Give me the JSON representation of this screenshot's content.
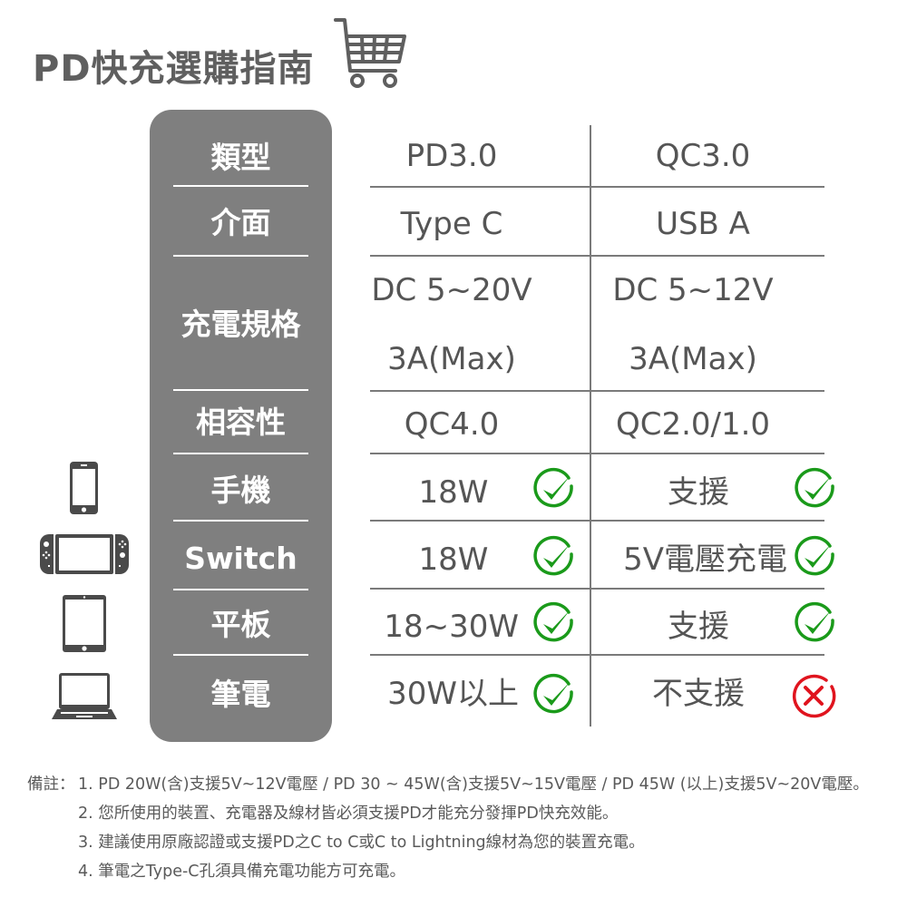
{
  "title": "PD快充選購指南",
  "title_icon": "shopping-cart-icon",
  "table": {
    "columns": [
      "PD3.0",
      "QC3.0"
    ],
    "rows": [
      {
        "label": "類型",
        "pd": "PD3.0",
        "qc": "QC3.0"
      },
      {
        "label": "介面",
        "pd": "Type C",
        "qc": "USB A"
      },
      {
        "label": "充電規格",
        "pd": [
          "DC 5~20V",
          "3A(Max)"
        ],
        "qc": [
          "DC 5~12V",
          "3A(Max)"
        ]
      },
      {
        "label": "相容性",
        "pd": "QC4.0",
        "qc": "QC2.0/1.0"
      },
      {
        "label": "手機",
        "device_icon": "smartphone-icon",
        "pd": "18W",
        "pd_status": "supported",
        "qc": "支援",
        "qc_status": "supported"
      },
      {
        "label": "Switch",
        "device_icon": "game-console-icon",
        "pd": "18W",
        "pd_status": "supported",
        "qc": "5V電壓充電",
        "qc_status": "supported"
      },
      {
        "label": "平板",
        "device_icon": "tablet-icon",
        "pd": "18~30W",
        "pd_status": "supported",
        "qc": "支援",
        "qc_status": "supported"
      },
      {
        "label": "筆電",
        "device_icon": "laptop-icon",
        "pd": "30W以上",
        "pd_status": "supported",
        "qc": "不支援",
        "qc_status": "unsupported"
      }
    ]
  },
  "status_icons": {
    "supported": {
      "name": "check-circle-icon",
      "color": "#1a9a1a"
    },
    "unsupported": {
      "name": "x-circle-icon",
      "color": "#e0141e"
    }
  },
  "colors": {
    "panel": "#7f7f7f",
    "text": "#555555",
    "grid": "#7a7a7a"
  },
  "notes": {
    "prefix": "備註：",
    "items": [
      "1. PD 20W(含)支援5V~12V電壓 / PD 30 ~ 45W(含)支援5V~15V電壓 / PD 45W (以上)支援5V~20V電壓。",
      "2. 您所使用的裝置、充電器及線材皆必須支援PD才能充分發揮PD快充效能。",
      "3. 建議使用原廠認證或支援PD之C to C或C to Lightning線材為您的裝置充電。",
      "4. 筆電之Type-C孔須具備充電功能方可充電。"
    ]
  }
}
